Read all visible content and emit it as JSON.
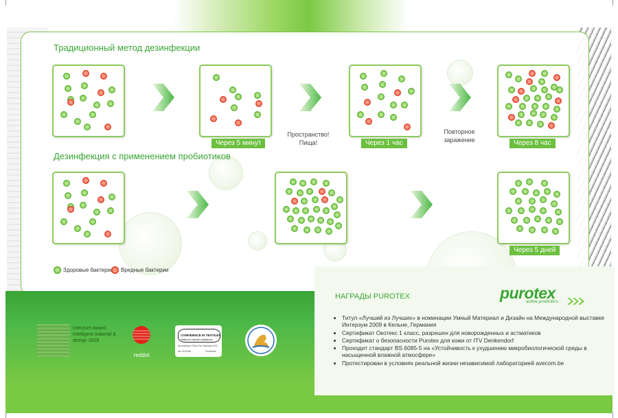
{
  "traditional": {
    "title": "Традиционный метод дезинфекции",
    "labels": [
      "Через 5 минут",
      "Через 1 час",
      "Через 8 час"
    ],
    "notes": [
      "Пространство!\nПища!",
      "Повторное\nзаражение"
    ]
  },
  "probiotic": {
    "title": "Дезинфекция с применением пробиотиков",
    "labels": [
      "Через 5 дней"
    ]
  },
  "legend": {
    "healthy": "Здоровые бактерии",
    "harmful": "Вредные бактерии"
  },
  "awards": {
    "title": "НАГРАДЫ PUROTEX",
    "items": [
      "Титул «Лучший из Лучших» в номинации Умный Материал и Дизайн на Международной выставке Интерзум 2009 в Кельне, Германия",
      "Сертификат Окотекс 1 класс, разрешен для новорожденных и астматиков",
      "Сертификат о безопасности Purotex для кожи от ITV Denkendorf",
      "Проходит стандарт BS 6085-5 на «Устойчивость к ухудшению микробиологической среды в насыщенной влажной атмосфере»",
      "Протестирован в условиях реальной жизни независимой лабораторией avecom.be"
    ]
  },
  "badges": {
    "interzum": "interzum award: intelligent material & design 2009",
    "reddot": "reddot",
    "oeko_title": "CONFIDENCE IN TEXTILES",
    "oeko_sub": "Tested for harmful substances",
    "oeko_note": "According to Oeko-Tex Standard 100",
    "oeko_no": "No. 09.0095",
    "oeko_inst": "Centexbel"
  },
  "brand": {
    "name": "purotex",
    "tagline": "active probiotics"
  },
  "colors": {
    "brand_green": "#3aa535",
    "light_green": "#7ac943",
    "healthy": "#5fb934",
    "harmful": "#e0452c"
  }
}
